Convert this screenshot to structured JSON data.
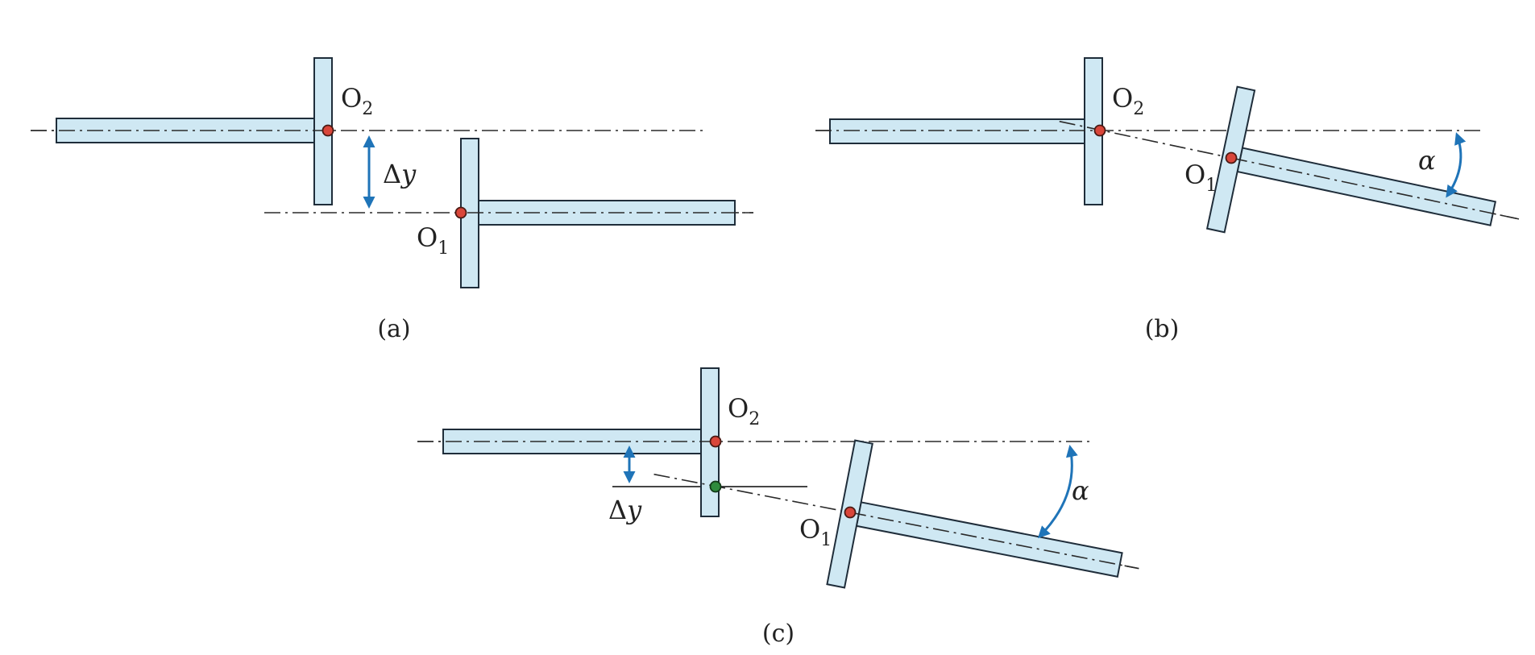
{
  "panels": {
    "a": {
      "caption": "(a)",
      "point_upper": {
        "base": "O",
        "sub": "2"
      },
      "point_lower": {
        "base": "O",
        "sub": "1"
      },
      "offset_label": {
        "delta": "Δ",
        "var": "y"
      }
    },
    "b": {
      "caption": "(b)",
      "point_upper": {
        "base": "O",
        "sub": "2"
      },
      "point_lower": {
        "base": "O",
        "sub": "1"
      },
      "angle_label": "α"
    },
    "c": {
      "caption": "(c)",
      "point_upper": {
        "base": "O",
        "sub": "2"
      },
      "point_lower": {
        "base": "O",
        "sub": "1"
      },
      "offset_label": {
        "delta": "Δ",
        "var": "y"
      },
      "angle_label": "α"
    }
  },
  "colors": {
    "shaft_fill": "#cfe8f3",
    "outline": "#1f2d3a",
    "pivot_red": "#d9463a",
    "pivot_green": "#2e8b3d",
    "arrow_blue": "#1f74b8"
  }
}
